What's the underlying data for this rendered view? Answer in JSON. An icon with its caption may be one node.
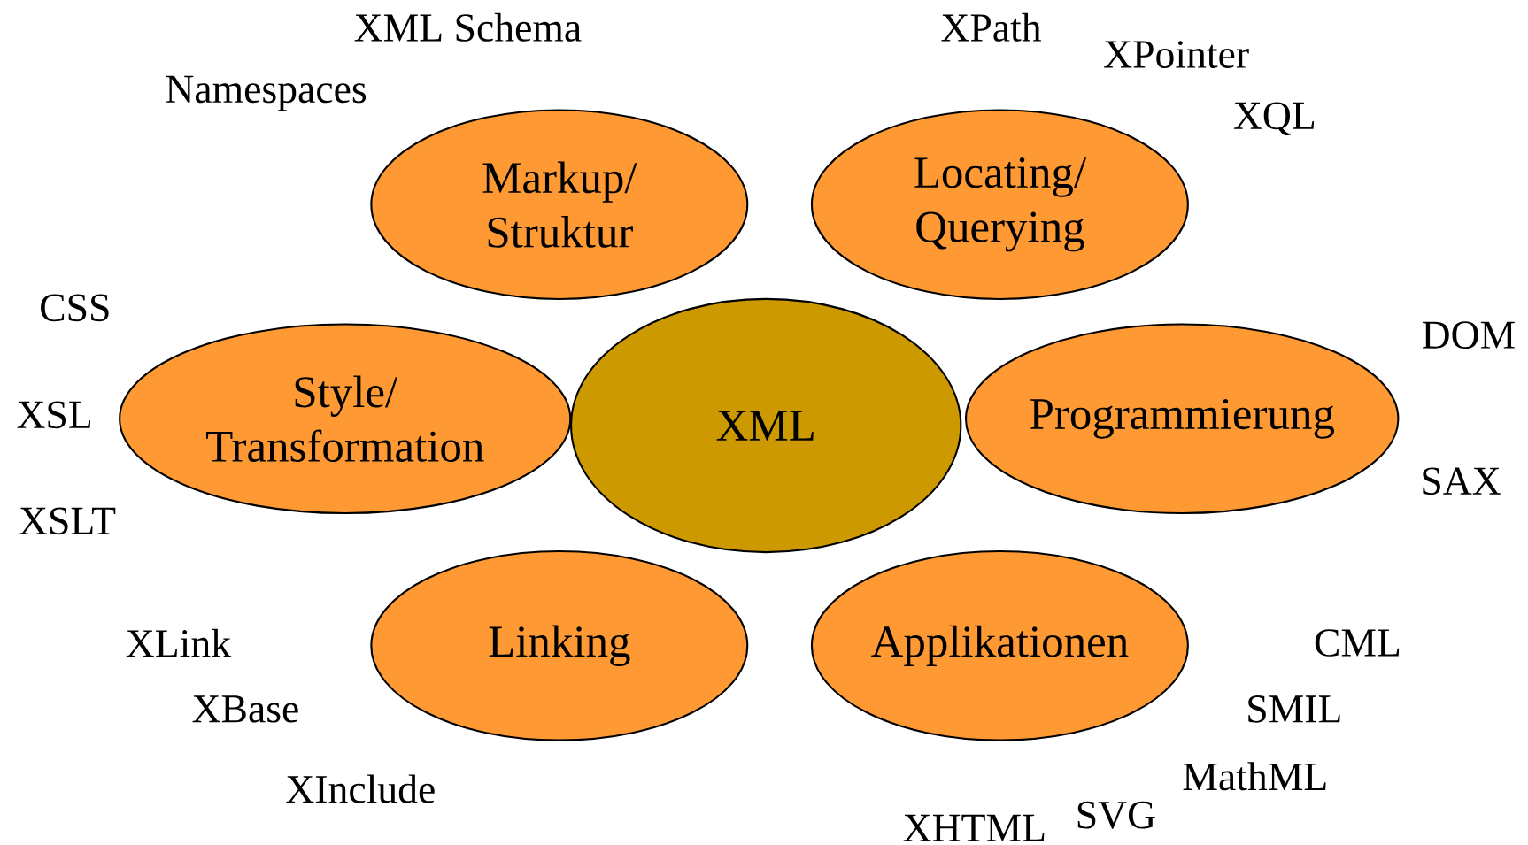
{
  "diagram": {
    "nodes": [
      {
        "text": [
          "Markup/ Struktur"
        ]
      },
      {
        "text": [
          "Locating/ Querying"
        ]
      },
      {
        "text": [
          "Style/ Transformation"
        ]
      },
      {
        "text": [
          "XML"
        ]
      },
      {
        "text": [
          "Programmierung"
        ]
      },
      {
        "text": [
          "Linking"
        ]
      },
      {
        "text": [
          "Applikationen"
        ]
      }
    ],
    "edges": [],
    "labels": [
      "XML Schema",
      "XPath",
      "XPointer",
      "Namespaces",
      "XQL",
      "CSS",
      "DOM",
      "XSL",
      "SAX",
      "XSLT",
      "XLink",
      "CML",
      "XBase",
      "SMIL",
      "MathML",
      "XInclude",
      "SVG",
      "XHTML"
    ]
  }
}
